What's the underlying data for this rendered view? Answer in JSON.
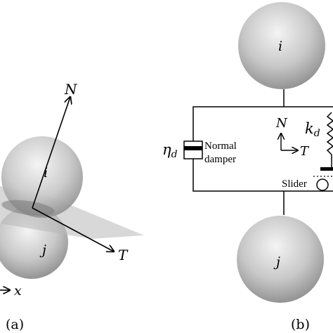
{
  "panel_a": {
    "caption": "(a)",
    "sphere_i": "i",
    "sphere_j": "j",
    "axis_normal": "N",
    "axis_tangent": "T",
    "axis_x": "x"
  },
  "panel_b": {
    "caption": "(b)",
    "sphere_i": "i",
    "sphere_j": "j",
    "axis_normal": "N",
    "axis_tangent": "T",
    "damper_symbol": "η",
    "damper_subscript": "d",
    "damper_label_line1": "Normal",
    "damper_label_line2": "damper",
    "spring_symbol": "k",
    "spring_subscript": "d",
    "slider_label": "Slider"
  },
  "colors": {
    "sphere_light": "#f2f2f2",
    "sphere_dark": "#8c8c8c",
    "contact_plane": "#bdbdbd",
    "line": "#000000"
  }
}
